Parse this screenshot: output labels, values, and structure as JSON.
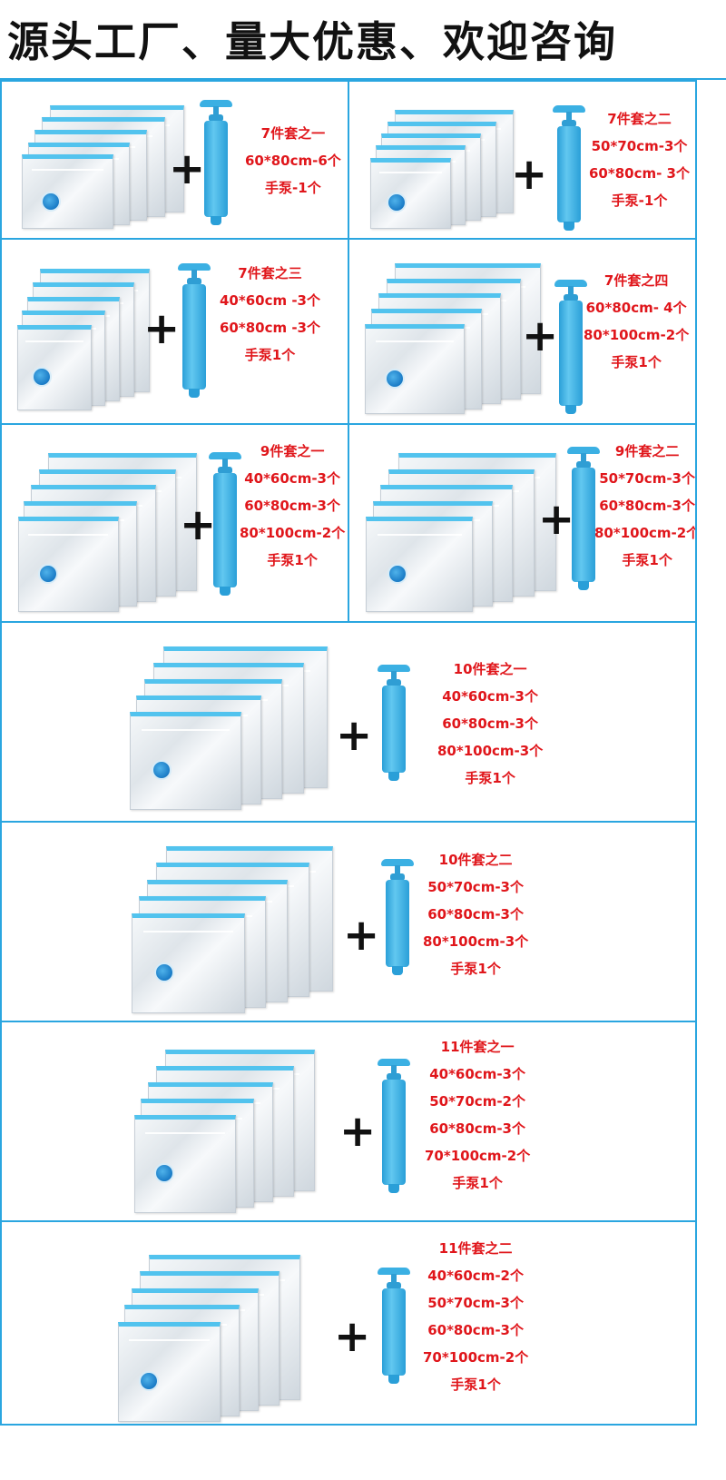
{
  "header": {
    "title": "源头工厂、量大优惠、欢迎咨询"
  },
  "colors": {
    "border": "#2aa6e0",
    "label_text": "#e0161b",
    "valve": "#1a7bc6",
    "pump": "#3bb0e3"
  },
  "sets": [
    {
      "title": "7件套之一",
      "items": [
        "60*80cm-6个",
        "手泵-1个"
      ]
    },
    {
      "title": "7件套之二",
      "items": [
        "50*70cm-3个",
        "60*80cm- 3个",
        "手泵-1个"
      ]
    },
    {
      "title": "7件套之三",
      "items": [
        "40*60cm -3个",
        "60*80cm -3个",
        "手泵1个"
      ]
    },
    {
      "title": "7件套之四",
      "items": [
        "60*80cm- 4个",
        "80*100cm-2个",
        "手泵1个"
      ]
    },
    {
      "title": "9件套之一",
      "items": [
        "40*60cm-3个",
        "60*80cm-3个",
        "80*100cm-2个",
        "手泵1个"
      ]
    },
    {
      "title": "9件套之二",
      "items": [
        "50*70cm-3个",
        "60*80cm-3个",
        "80*100cm-2个",
        "手泵1个"
      ]
    },
    {
      "title": "10件套之一",
      "items": [
        "40*60cm-3个",
        "60*80cm-3个",
        "80*100cm-3个",
        "手泵1个"
      ]
    },
    {
      "title": "10件套之二",
      "items": [
        "50*70cm-3个",
        "60*80cm-3个",
        "80*100cm-3个",
        "手泵1个"
      ]
    },
    {
      "title": "11件套之一",
      "items": [
        "40*60cm-3个",
        "50*70cm-2个",
        "60*80cm-3个",
        "70*100cm-2个",
        "手泵1个"
      ]
    },
    {
      "title": "11件套之二",
      "items": [
        "40*60cm-2个",
        "50*70cm-3个",
        "60*80cm-3个",
        "70*100cm-2个",
        "手泵1个"
      ]
    }
  ],
  "icons": {
    "valve": "valve-icon",
    "plus": "plus-sign",
    "pump": "hand-pump-icon"
  }
}
